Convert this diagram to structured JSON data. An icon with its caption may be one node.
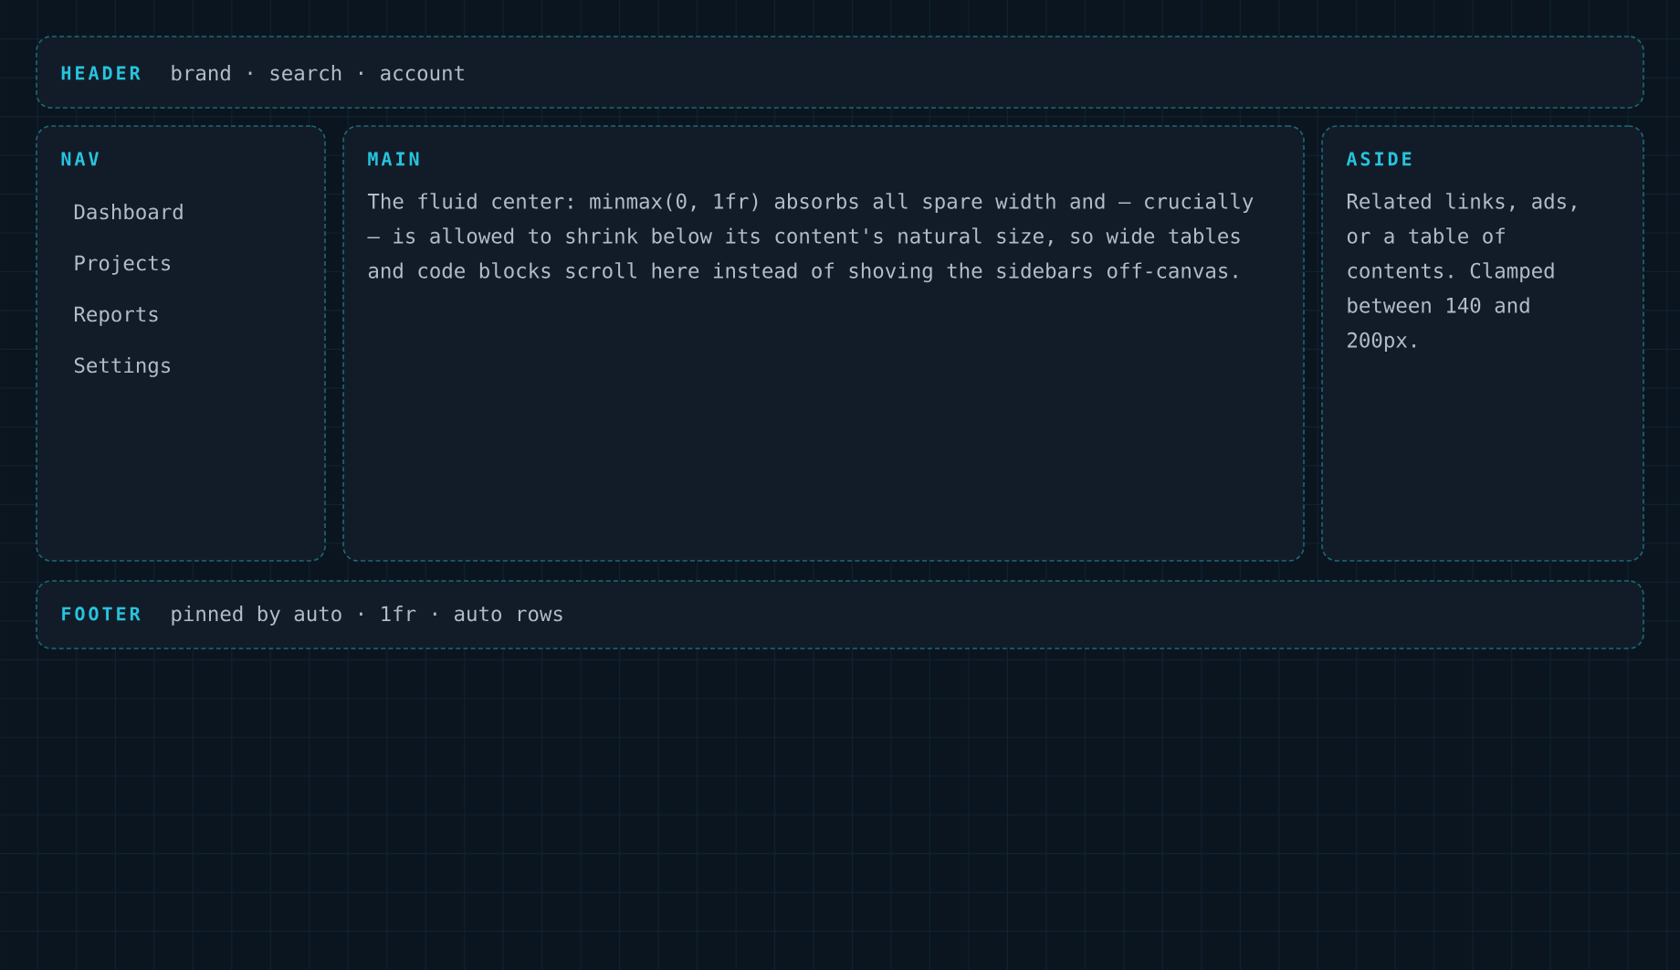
{
  "diagram": {
    "nodes": [
      {
        "text": [
          "HEADER",
          "brand · search · account"
        ]
      },
      {
        "text": [
          "NAV",
          "Dashboard",
          "Projects",
          "Reports",
          "Settings"
        ]
      },
      {
        "text": [
          "MAIN",
          "The fluid center: minmax(0, 1fr) absorbs all spare width and — crucially — is allowed to shrink below its content's natural size, so wide tables and code blocks scroll here instead of shoving the sidebars off-canvas."
        ]
      },
      {
        "text": [
          "ASIDE",
          "Related links, ads, or a table of contents. Clamped between 140 and 200px."
        ]
      },
      {
        "text": [
          "FOOTER",
          "pinned by auto · 1fr · auto rows"
        ]
      }
    ]
  }
}
